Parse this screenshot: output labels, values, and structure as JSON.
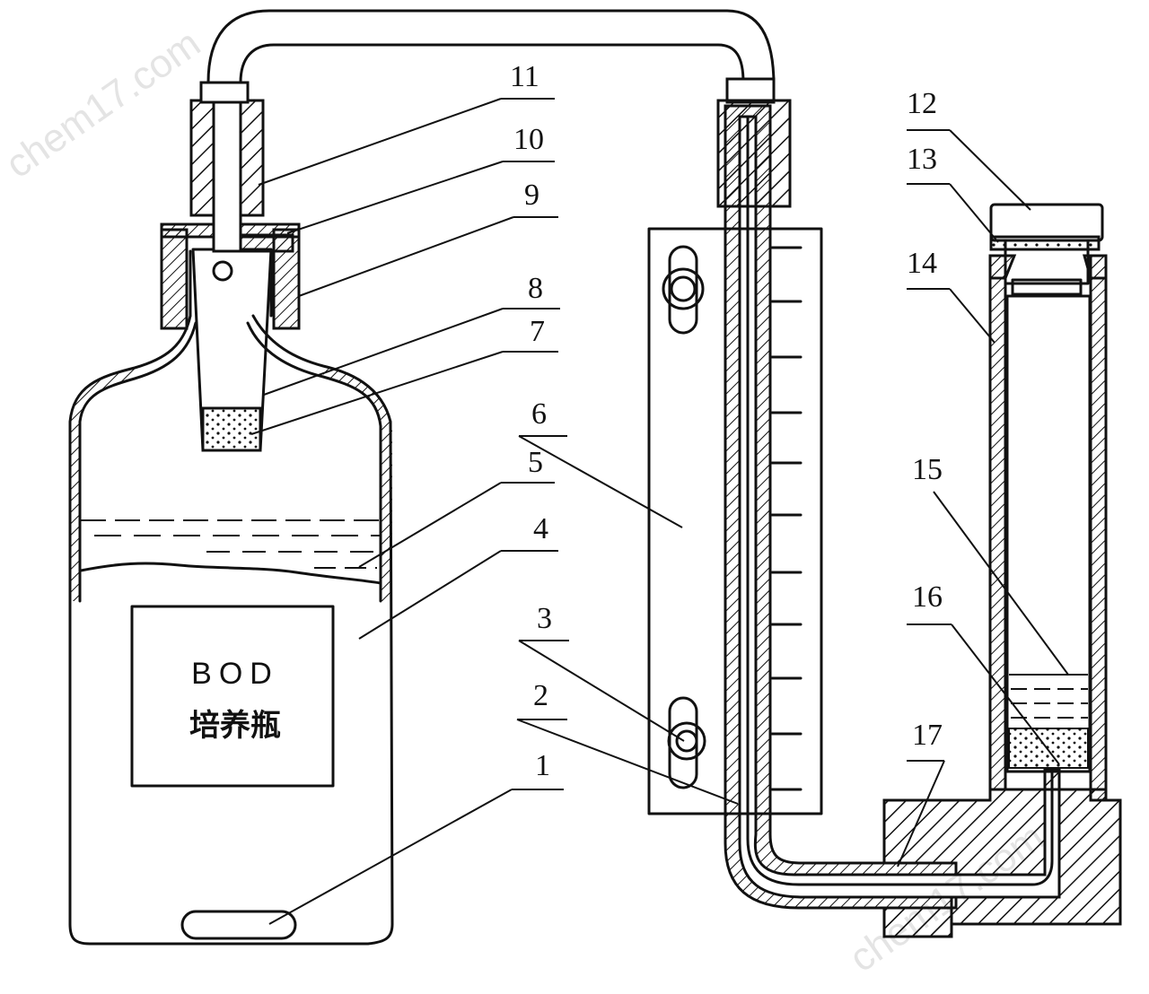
{
  "bottle_label": {
    "line1": "BOD",
    "line2": "培养瓶"
  },
  "watermark": "chem17.com",
  "callouts": [
    "1",
    "2",
    "3",
    "4",
    "5",
    "6",
    "7",
    "8",
    "9",
    "10",
    "11",
    "12",
    "13",
    "14",
    "15",
    "16",
    "17"
  ]
}
